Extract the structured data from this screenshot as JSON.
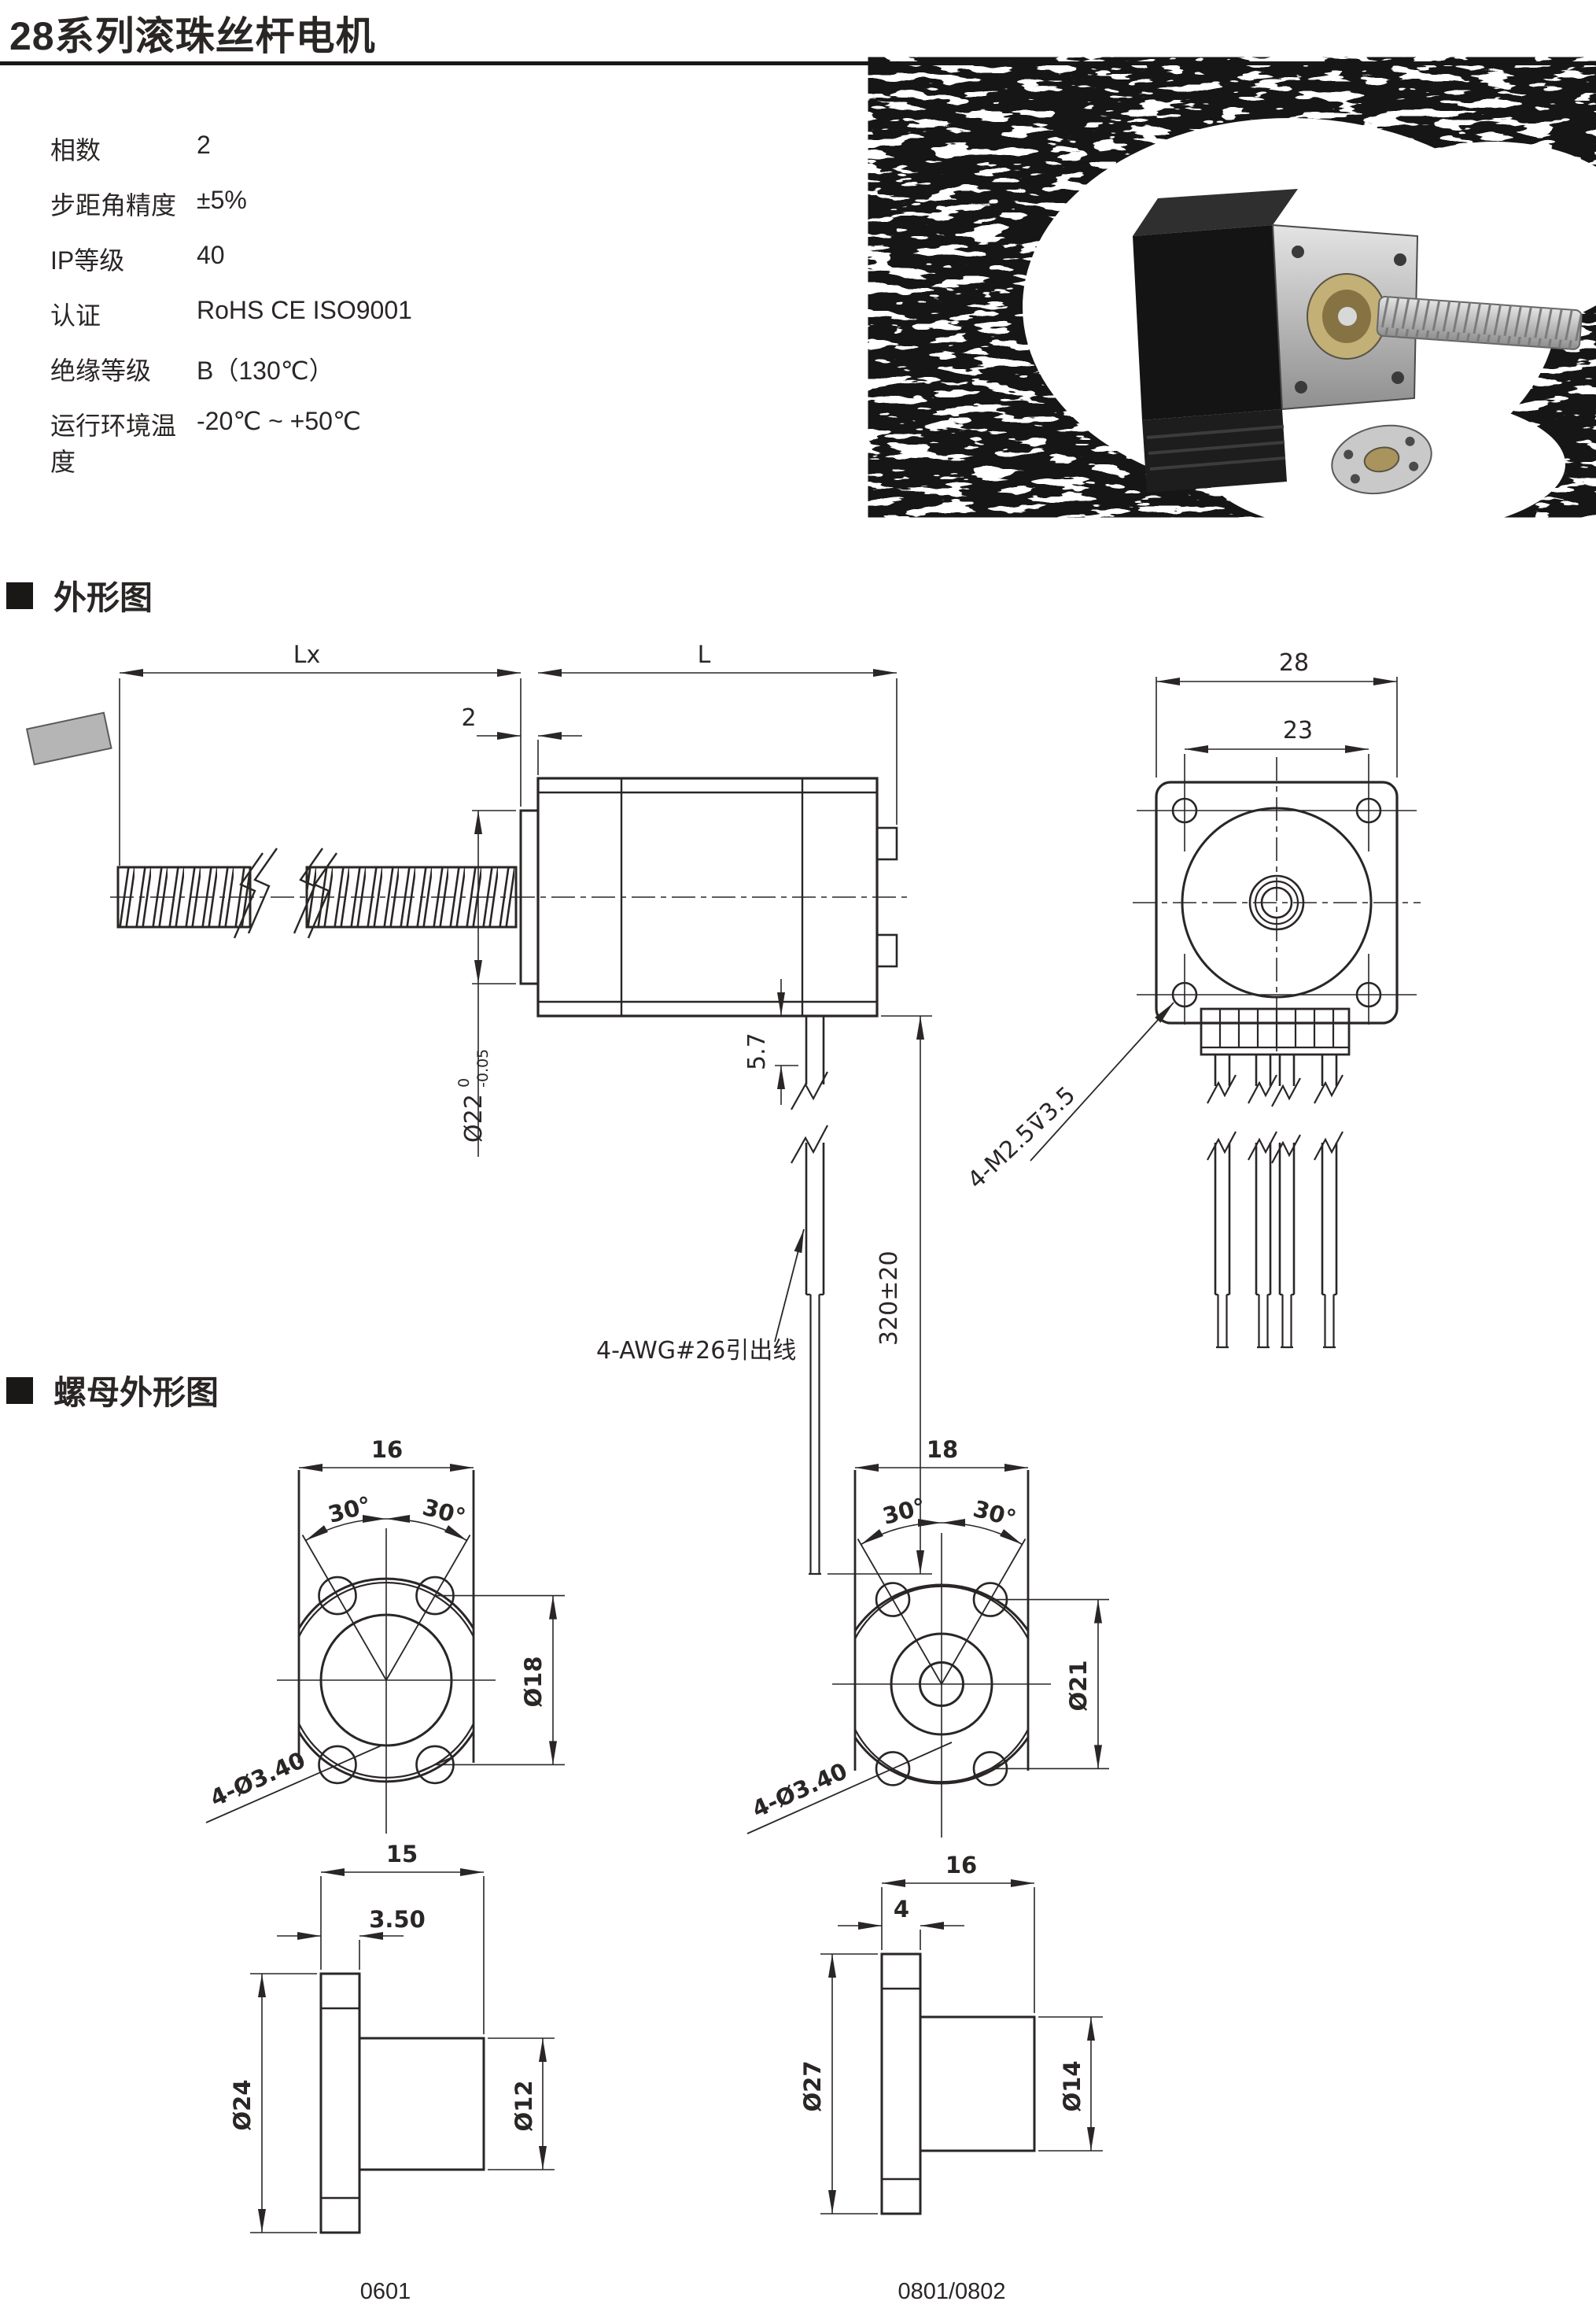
{
  "page": {
    "title": "28系列滚珠丝杆电机"
  },
  "specs": {
    "rows": [
      {
        "label": "相数",
        "value": "2"
      },
      {
        "label": "步距角精度",
        "value": "±5%"
      },
      {
        "label": "IP等级",
        "value": "40"
      },
      {
        "label": "认证",
        "value": "RoHS CE ISO9001"
      },
      {
        "label": "绝缘等级",
        "value": "B（130℃）"
      },
      {
        "label": "运行环境温度",
        "value": "-20℃ ~ +50℃"
      }
    ]
  },
  "sections": {
    "outline": "外形图",
    "nut_outline": "螺母外形图"
  },
  "outline_drawing": {
    "side": {
      "lx": "Lx",
      "l": "L",
      "flange_thickness": "2",
      "shaft_dia": "Ø22",
      "tol_upper": "0",
      "tol_lower": "-0.05",
      "boss_height": "5.7",
      "lead_length": "320±20",
      "lead_label": "4-AWG#26引出线"
    },
    "front": {
      "width": "28",
      "hole_spacing": "23",
      "mount": "4-M2.5⊽3.5"
    }
  },
  "nut_drawings": {
    "front_a": {
      "width": "16",
      "angle_left": "30°",
      "angle_right": "30°",
      "bolt_circle": "Ø18",
      "holes": "4-Ø3.40"
    },
    "front_b": {
      "width": "18",
      "angle_left": "30°",
      "angle_right": "30°",
      "bolt_circle": "Ø21",
      "holes": "4-Ø3.40"
    },
    "side_a": {
      "length": "15",
      "flange_thickness": "3.50",
      "flange_dia": "Ø24",
      "body_dia": "Ø12"
    },
    "side_b": {
      "length": "16",
      "flange_thickness": "4",
      "flange_dia": "Ø27",
      "body_dia": "Ø14"
    }
  },
  "footer": {
    "left_model": "0601",
    "right_model": "0801/0802"
  }
}
